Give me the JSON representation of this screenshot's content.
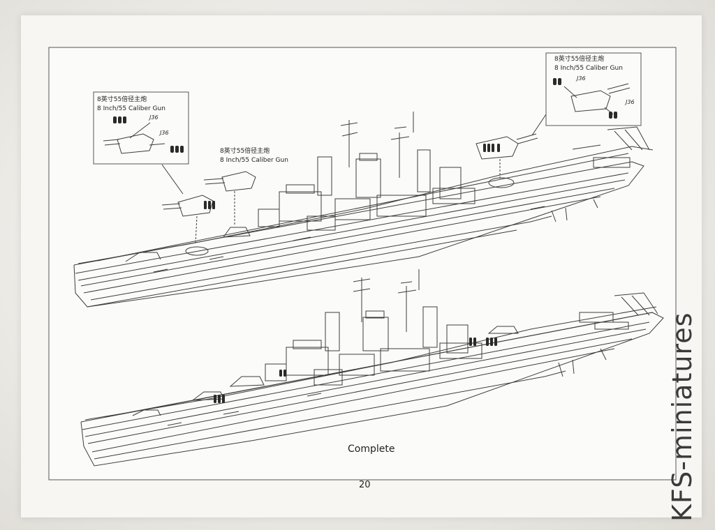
{
  "callouts": {
    "left": {
      "title_cn": "8英寸55倍径主炮",
      "title_en": "8 Inch/55 Caliber Gun",
      "part_a": "J36",
      "part_b": "J36"
    },
    "middle": {
      "title_cn": "8英寸55倍径主炮",
      "title_en": "8 Inch/55 Caliber Gun"
    },
    "right": {
      "title_cn": "8英寸55倍径主炮",
      "title_en": "8 Inch/55 Caliber Gun",
      "part_a": "J36",
      "part_b": "J36"
    }
  },
  "caption": "Complete",
  "page_number": "20",
  "watermark": "KFS-miniatures",
  "colors": {
    "paper": "#f7f6f3",
    "line": "#3c3c3c",
    "part_fill": "#2a2a2a"
  }
}
